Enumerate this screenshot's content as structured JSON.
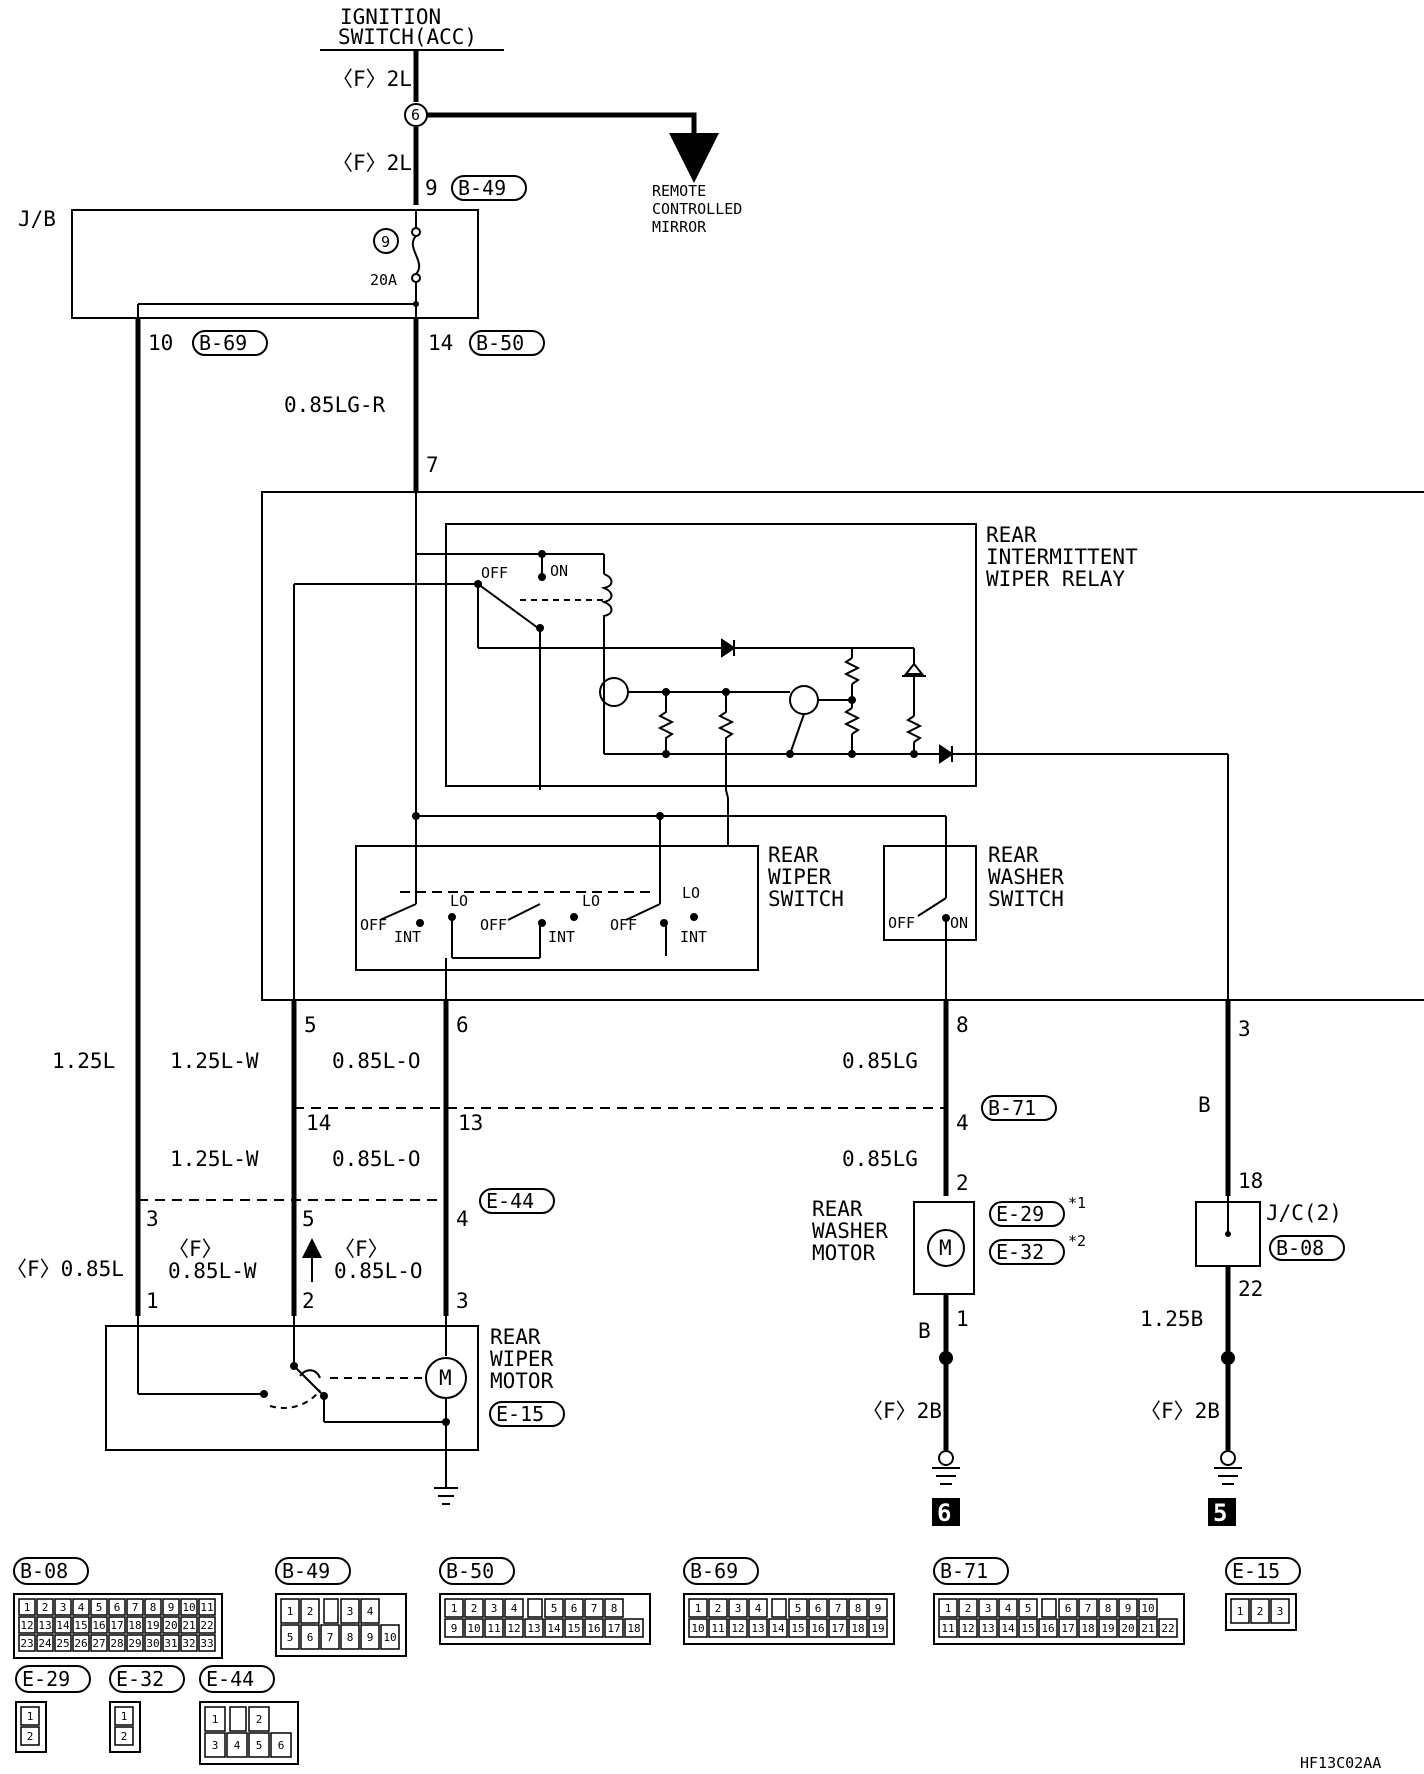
{
  "labels": {
    "ign_1": "IGNITION",
    "ign_2": "SWITCH(ACC)",
    "jb": "J/B",
    "fuse_no": "9",
    "fuse_amp": "20A",
    "splice_6": "6",
    "mirror_1": "REMOTE",
    "mirror_2": "CONTROLLED",
    "mirror_3": "MIRROR",
    "relay_1": "REAR",
    "relay_2": "INTERMITTENT",
    "relay_3": "WIPER RELAY",
    "relay_off": "OFF",
    "relay_on": "ON",
    "wsw_1": "REAR",
    "wsw_2": "WIPER",
    "wsw_3": "SWITCH",
    "wsw_off": "OFF",
    "wsw_int": "INT",
    "wsw_lo": "LO",
    "washsw_1": "REAR",
    "washsw_2": "WASHER",
    "washsw_3": "SWITCH",
    "washsw_off": "OFF",
    "washsw_on": "ON",
    "wmotor_1": "REAR",
    "wmotor_2": "WIPER",
    "wmotor_3": "MOTOR",
    "washm_1": "REAR",
    "washm_2": "WASHER",
    "washm_3": "MOTOR",
    "jc_1": "J/C(2)",
    "motor_symbol": "M",
    "ground_6": "6",
    "ground_5": "5",
    "star1": "*1",
    "star2": "*2",
    "code": "HF13C02AA"
  },
  "wires": {
    "f2l_a": "〈F〉2L",
    "f2l_b": "〈F〉2L",
    "w085lgr": "0.85LG-R",
    "w125l": "1.25L",
    "w125lw_a": "1.25L-W",
    "w085lo_a": "0.85L-O",
    "w125lw_b": "1.25L-W",
    "w085lo_b": "0.85L-O",
    "f085l": "〈F〉0.85L",
    "f_1": "〈F〉",
    "f085lw": "0.85L-W",
    "f_2": "〈F〉",
    "f085lo": "0.85L-O",
    "w085lg_a": "0.85LG",
    "w085lg_b": "0.85LG",
    "b_1": "B",
    "b_2": "B",
    "w125b": "1.25B",
    "f2b_a": "〈F〉2B",
    "f2b_b": "〈F〉2B"
  },
  "pins": {
    "p9": "9",
    "p10": "10",
    "p14": "14",
    "p7": "7",
    "p5": "5",
    "p6": "6",
    "p8": "8",
    "p3": "3",
    "p14b": "14",
    "p13": "13",
    "p4a": "4",
    "p3b": "3",
    "p5b": "5",
    "p4b": "4",
    "p1": "1",
    "p2": "2",
    "p3c": "3",
    "p2w": "2",
    "p1w": "1",
    "p18": "18",
    "p22": "22"
  },
  "connectors": {
    "b49": "B-49",
    "b69": "B-69",
    "b50": "B-50",
    "b71": "B-71",
    "e44": "E-44",
    "e29": "E-29",
    "e32": "E-32",
    "b08": "B-08",
    "e15": "E-15"
  },
  "connector_views": [
    {
      "name": "B-08",
      "rows": [
        [
          "1",
          "2",
          "3",
          "4",
          "5",
          "6",
          "7",
          "8",
          "9",
          "10",
          "11"
        ],
        [
          "12",
          "13",
          "14",
          "15",
          "16",
          "17",
          "18",
          "19",
          "20",
          "21",
          "22"
        ],
        [
          "23",
          "24",
          "25",
          "26",
          "27",
          "28",
          "29",
          "30",
          "31",
          "32",
          "33"
        ]
      ]
    },
    {
      "name": "B-49",
      "rows": [
        [
          "1",
          "2",
          "",
          "3",
          "4"
        ],
        [
          "5",
          "6",
          "7",
          "8",
          "9",
          "10"
        ]
      ]
    },
    {
      "name": "B-50",
      "rows": [
        [
          "1",
          "2",
          "3",
          "4",
          "",
          "5",
          "6",
          "7",
          "8"
        ],
        [
          "9",
          "10",
          "11",
          "12",
          "13",
          "14",
          "15",
          "16",
          "17",
          "18"
        ]
      ]
    },
    {
      "name": "B-69",
      "rows": [
        [
          "1",
          "2",
          "3",
          "4",
          "",
          "5",
          "6",
          "7",
          "8",
          "9"
        ],
        [
          "10",
          "11",
          "12",
          "13",
          "14",
          "15",
          "16",
          "17",
          "18",
          "19"
        ]
      ]
    },
    {
      "name": "B-71",
      "rows": [
        [
          "1",
          "2",
          "3",
          "4",
          "5",
          "",
          "6",
          "7",
          "8",
          "9",
          "10"
        ],
        [
          "11",
          "12",
          "13",
          "14",
          "15",
          "16",
          "17",
          "18",
          "19",
          "20",
          "21",
          "22"
        ]
      ]
    },
    {
      "name": "E-15",
      "rows": [
        [
          "1",
          "2",
          "3"
        ]
      ]
    },
    {
      "name": "E-29",
      "rows": [
        [
          "1"
        ],
        [
          "2"
        ]
      ]
    },
    {
      "name": "E-32",
      "rows": [
        [
          "1"
        ],
        [
          "2"
        ]
      ]
    },
    {
      "name": "E-44",
      "rows": [
        [
          "1",
          "",
          "2"
        ],
        [
          "3",
          "4",
          "5",
          "6"
        ]
      ]
    }
  ]
}
